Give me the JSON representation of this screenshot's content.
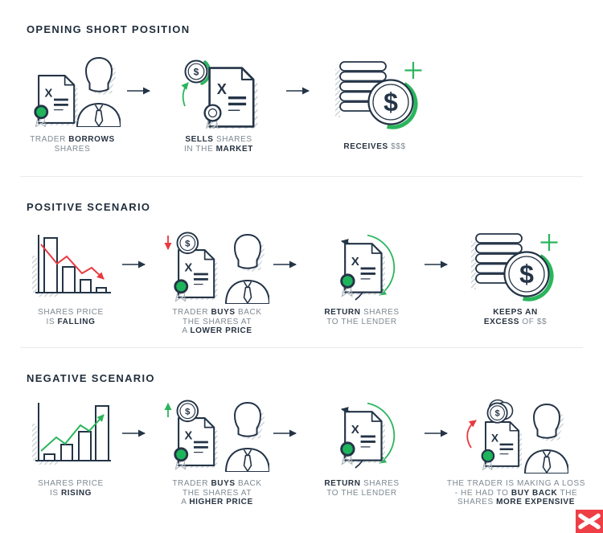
{
  "colors": {
    "navy": "#243447",
    "caption_gray": "#7e8992",
    "green": "#2ab55c",
    "red": "#e8393f",
    "divider": "#ebebeb",
    "logo_red": "#ee3e46"
  },
  "glyphs": {
    "dollar": "$",
    "x_mark": "X"
  },
  "sections": [
    {
      "title": "OPENING SHORT POSITION",
      "steps": [
        {
          "icon": "borrow-shares-icon",
          "caption_lines": [
            [
              [
                "TRADER ",
                0
              ],
              [
                "BORROWS",
                1
              ]
            ],
            [
              [
                "SHARES",
                0
              ]
            ]
          ]
        },
        {
          "icon": "sell-shares-icon",
          "caption_lines": [
            [
              [
                "SELLS",
                1
              ],
              [
                " SHARES",
                0
              ]
            ],
            [
              [
                "IN THE ",
                0
              ],
              [
                "MARKET",
                1
              ]
            ]
          ]
        },
        {
          "icon": "receives-money-icon",
          "caption_lines": [
            [
              [
                "RECEIVES",
                1
              ],
              [
                " $$$",
                0
              ]
            ]
          ]
        }
      ]
    },
    {
      "title": "POSITIVE SCENARIO",
      "steps": [
        {
          "icon": "falling-chart-icon",
          "caption_lines": [
            [
              [
                "SHARES PRICE",
                0
              ]
            ],
            [
              [
                "IS ",
                0
              ],
              [
                "FALLING",
                1
              ]
            ]
          ]
        },
        {
          "icon": "buy-back-lower-icon",
          "caption_lines": [
            [
              [
                "TRADER ",
                0
              ],
              [
                "BUYS",
                1
              ],
              [
                " BACK",
                0
              ]
            ],
            [
              [
                "THE SHARES AT",
                0
              ]
            ],
            [
              [
                "A ",
                0
              ],
              [
                "LOWER PRICE",
                1
              ]
            ]
          ]
        },
        {
          "icon": "return-shares-icon",
          "caption_lines": [
            [
              [
                "RETURN",
                1
              ],
              [
                " SHARES",
                0
              ]
            ],
            [
              [
                "TO THE LENDER",
                0
              ]
            ]
          ]
        },
        {
          "icon": "keeps-excess-icon",
          "caption_lines": [
            [
              [
                "KEEPS AN",
                1
              ]
            ],
            [
              [
                "EXCESS",
                1
              ],
              [
                " OF $$",
                0
              ]
            ]
          ]
        }
      ]
    },
    {
      "title": "NEGATIVE SCENARIO",
      "steps": [
        {
          "icon": "rising-chart-icon",
          "caption_lines": [
            [
              [
                "SHARES PRICE",
                0
              ]
            ],
            [
              [
                "IS ",
                0
              ],
              [
                "RISING",
                1
              ]
            ]
          ]
        },
        {
          "icon": "buy-back-higher-icon",
          "caption_lines": [
            [
              [
                "TRADER ",
                0
              ],
              [
                "BUYS",
                1
              ],
              [
                " BACK",
                0
              ]
            ],
            [
              [
                "THE SHARES AT",
                0
              ]
            ],
            [
              [
                "A ",
                0
              ],
              [
                "HIGHER PRICE",
                1
              ]
            ]
          ]
        },
        {
          "icon": "return-shares-icon",
          "caption_lines": [
            [
              [
                "RETURN",
                1
              ],
              [
                " SHARES",
                0
              ]
            ],
            [
              [
                "TO THE LENDER",
                0
              ]
            ]
          ]
        },
        {
          "icon": "trader-loss-icon",
          "caption_lines": [
            [
              [
                "THE TRADER IS MAKING A LOSS",
                0
              ]
            ],
            [
              [
                "- HE HAD TO ",
                0
              ],
              [
                "BUY BACK",
                1
              ],
              [
                " THE",
                0
              ]
            ],
            [
              [
                "SHARES ",
                0
              ],
              [
                "MORE EXPENSIVE",
                1
              ]
            ]
          ]
        }
      ]
    }
  ],
  "logo": {
    "name": "xtb-logo"
  }
}
